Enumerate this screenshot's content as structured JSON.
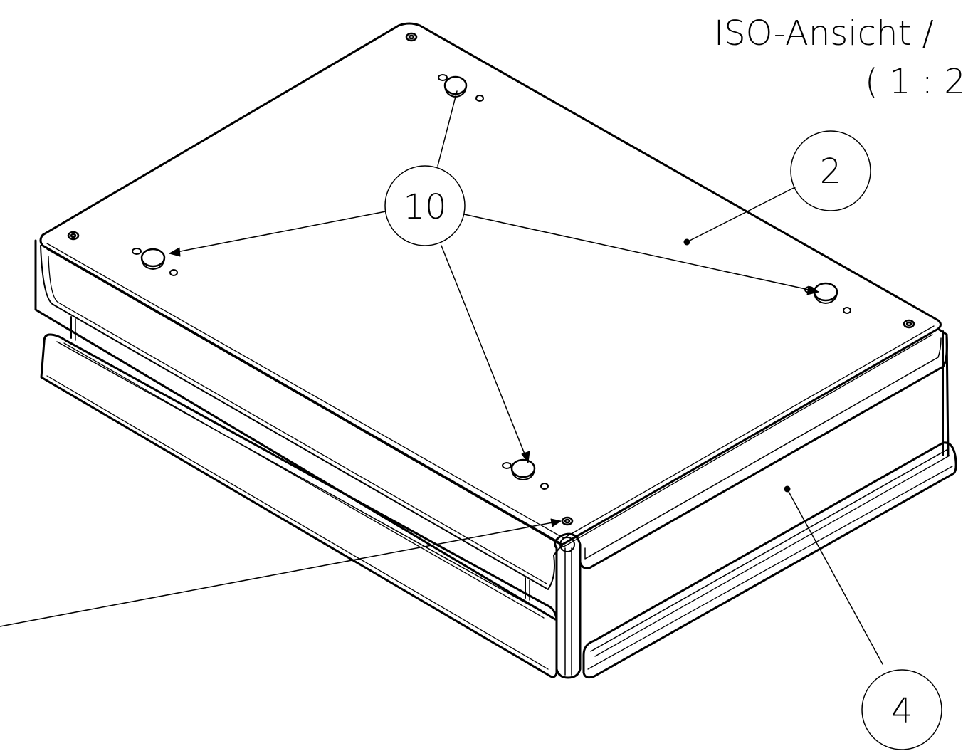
{
  "view": {
    "title": "ISO-Ansicht /",
    "scale": "( 1 : 2"
  },
  "balloons": {
    "b10": "10",
    "b2": "2",
    "b4": "4"
  },
  "colors": {
    "line": "#000000",
    "background": "#ffffff"
  }
}
